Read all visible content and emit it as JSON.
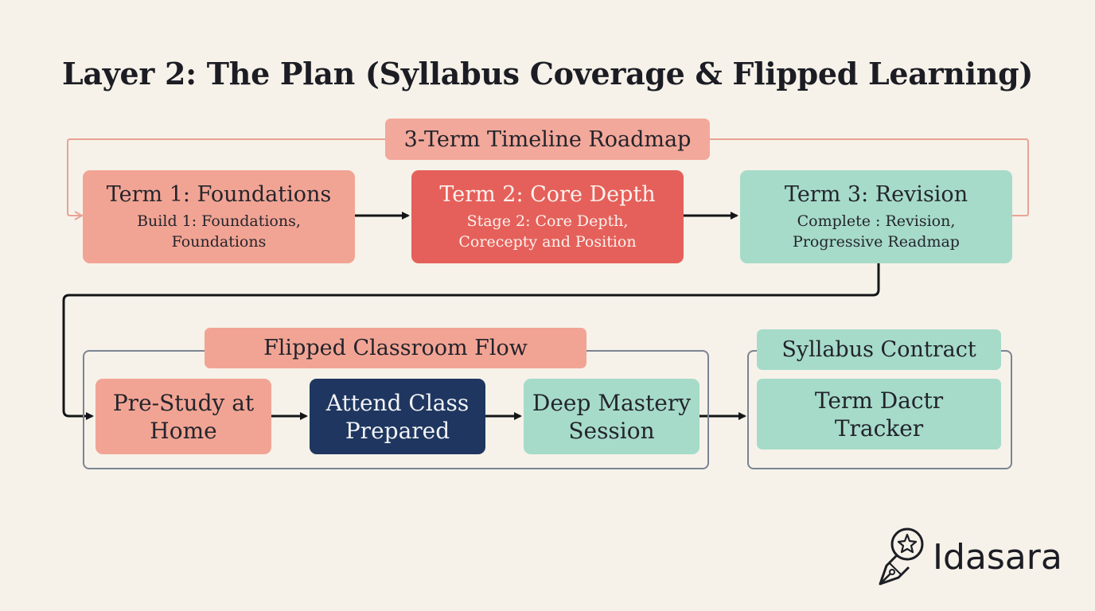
{
  "title": "Layer 2: The Plan (Syllabus Coverage & Flipped Learning)",
  "roadmap": {
    "label": "3-Term Timeline Roadmap",
    "terms": [
      {
        "title": "Term 1: Foundations",
        "desc": "Build 1: Foundations,\nFoundations"
      },
      {
        "title": "Term 2: Core Depth",
        "desc": "Stage 2: Core Depth,\nCorecepty and Position"
      },
      {
        "title": "Term 3: Revision",
        "desc": "Complete : Revision,\nProgressive Readmap"
      }
    ]
  },
  "flipped": {
    "label": "Flipped Classroom Flow",
    "steps": [
      "Pre-Study at\nHome",
      "Attend Class\nPrepared",
      "Deep Mastery\nSession"
    ]
  },
  "contract": {
    "label": "Syllabus Contract",
    "tracker": "Term Dactr\nTracker"
  },
  "brand": {
    "name": "Idasara",
    "icon": "pen-nib-bulb-icon"
  },
  "colors": {
    "salmon": "#f2a494",
    "red": "#e5605a",
    "mint": "#a6dbc9",
    "navy": "#1f3760",
    "background": "#f6f2e9"
  }
}
